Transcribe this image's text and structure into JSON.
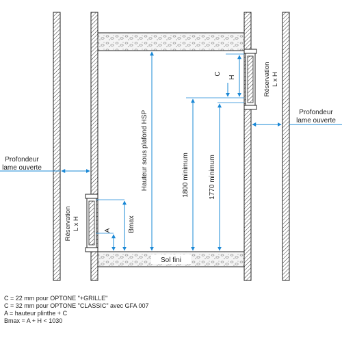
{
  "labels": {
    "profondeur_right": [
      "Profondeur",
      "lame ouverte"
    ],
    "profondeur_left": [
      "Profondeur",
      "lame ouverte"
    ],
    "reservation_right": [
      "Réservation",
      "L x H"
    ],
    "reservation_left": [
      "Réservation",
      "L x H"
    ],
    "dim_c": "C",
    "dim_h": "H",
    "dim_a": "A",
    "dim_bmax": "Bmax",
    "hsp": "Hauteur sous plafond HSP",
    "min_1800": "1800 minimum",
    "min_1770": "1770 minimum",
    "sol_fini": "Sol fini"
  },
  "notes": [
    "C = 22 mm pour OPTONE \"+GRILLE\"",
    "C = 32 mm pour OPTONE \"CLASSIC\" avec GFA 007",
    "A = hauteur plinthe + C",
    "Bmax = A + H < 1030"
  ],
  "colors": {
    "line": "#222222",
    "dimension": "#1a88d6",
    "slab_fill": "#f2f2f2"
  }
}
